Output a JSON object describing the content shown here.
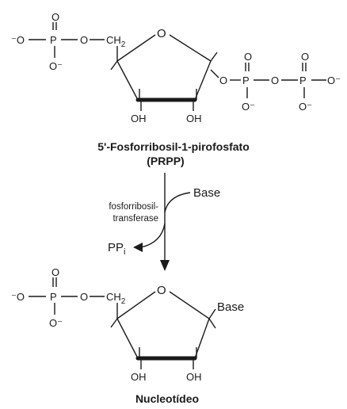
{
  "prpp": {
    "ring_oxygen": "O",
    "phosphate5": {
      "oxo": "O",
      "left_oxygen": "⁻O",
      "phosphorus": "P",
      "bottom_oxygen": "O⁻",
      "bridge_oxygen": "O",
      "ch2": "CH",
      "ch2_sub": "2"
    },
    "oh_left": "OH",
    "oh_right": "OH",
    "pyrophosphate": {
      "o1": "O",
      "p1": "P",
      "o1_bottom": "O⁻",
      "oxo1": "O",
      "o_bridge": "O",
      "p2": "P",
      "o2_bottom": "O⁻",
      "oxo2": "O",
      "o_end": "O⁻"
    },
    "name": "5'-Fosforribosil-1-pirofosfato",
    "abbr": "(PRPP)"
  },
  "reaction": {
    "enzyme_line1": "fosforribosil-",
    "enzyme_line2": "transferase",
    "base_in": "Base",
    "pp_out": "PP",
    "pp_sub": "i"
  },
  "nucleotide": {
    "ring_oxygen": "O",
    "phosphate5": {
      "oxo": "O",
      "left_oxygen": "⁻O",
      "phosphorus": "P",
      "bottom_oxygen": "O⁻",
      "bridge_oxygen": "O",
      "ch2": "CH",
      "ch2_sub": "2"
    },
    "base": "Base",
    "oh_left": "OH",
    "oh_right": "OH",
    "name": "Nucleotídeo"
  }
}
